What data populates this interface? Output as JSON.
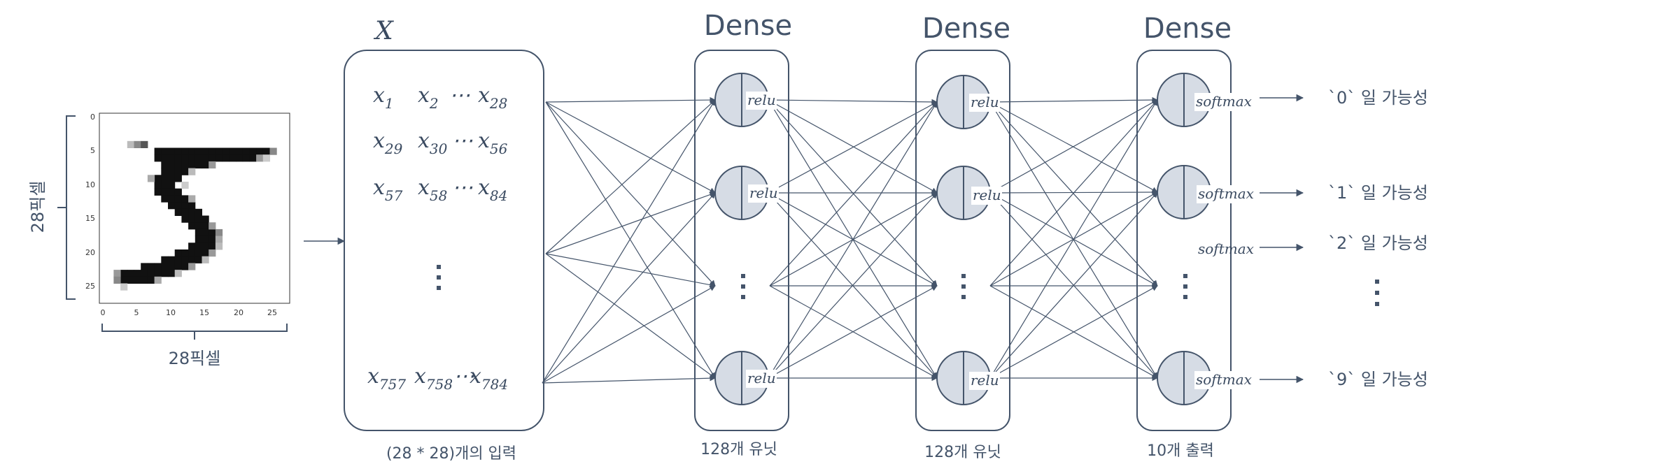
{
  "colors": {
    "stroke": "#44546a",
    "node_fill": "#d6dce5",
    "text": "#44546a"
  },
  "image_panel": {
    "side_label": "28픽셀",
    "bottom_label": "28픽셀",
    "y_ticks": [
      "0",
      "5",
      "10",
      "15",
      "20",
      "25"
    ],
    "x_ticks": [
      "0",
      "5",
      "10",
      "15",
      "20",
      "25"
    ]
  },
  "input": {
    "title": "X",
    "caption": "(28 * 28)개의 입력",
    "rows": [
      {
        "a": "x",
        "a_sub": "1",
        "b": "x",
        "b_sub": "2",
        "dots": "⋯",
        "c": "x",
        "c_sub": "28"
      },
      {
        "a": "x",
        "a_sub": "29",
        "b": "x",
        "b_sub": "30",
        "dots": "⋯",
        "c": "x",
        "c_sub": "56"
      },
      {
        "a": "x",
        "a_sub": "57",
        "b": "x",
        "b_sub": "58",
        "dots": "⋯",
        "c": "x",
        "c_sub": "84"
      },
      {
        "a": "x",
        "a_sub": "757",
        "b": "x",
        "b_sub": "758",
        "dots": "⋯",
        "c": "x",
        "c_sub": "784"
      }
    ]
  },
  "layers": [
    {
      "title": "Dense",
      "caption": "128개 유닛",
      "activation": "relu"
    },
    {
      "title": "Dense",
      "caption": "128개 유닛",
      "activation": "relu"
    },
    {
      "title": "Dense",
      "caption": "10개 출력",
      "activation": "softmax"
    }
  ],
  "outputs": [
    {
      "label": "`0` 일 가능성"
    },
    {
      "label": "`1` 일 가능성"
    },
    {
      "label": "`2` 일 가능성",
      "activation": "softmax"
    },
    {
      "label": "`9` 일 가능성"
    }
  ]
}
